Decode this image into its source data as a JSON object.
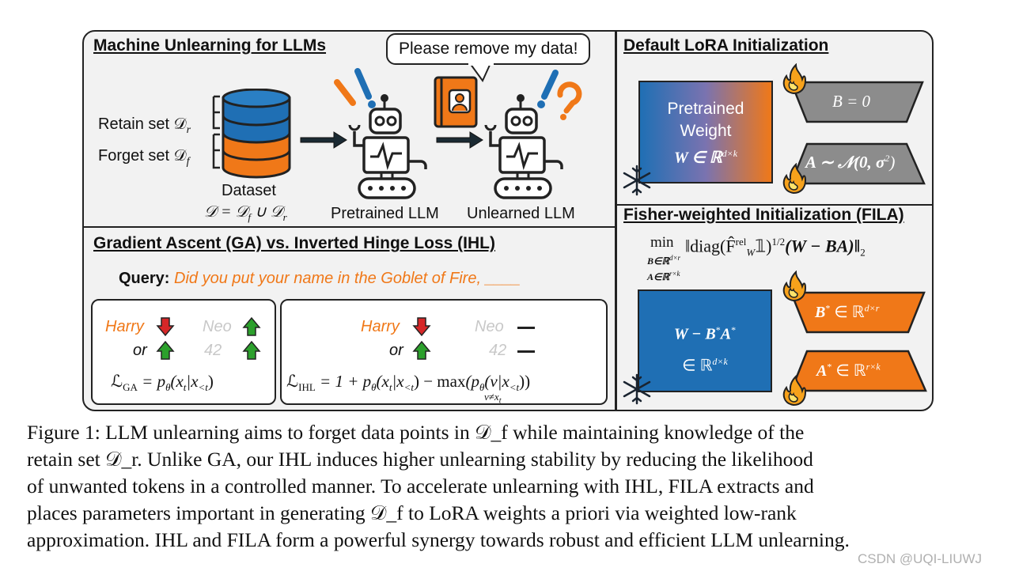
{
  "unlearning": {
    "title": "Machine Unlearning for LLMs",
    "retain_set": "Retain set 𝒟",
    "retain_sub": "r",
    "forget_set": "Forget set 𝒟",
    "forget_sub": "f",
    "dataset": "Dataset",
    "dataset_eq": "𝒟 = 𝒟",
    "dataset_eq_f": "f",
    "dataset_eq_union": " ∪ 𝒟",
    "dataset_eq_r": "r",
    "pretrained_llm": "Pretrained LLM",
    "unlearned_llm": "Unlearned LLM",
    "bubble": "Please remove my data!"
  },
  "ga_ihl": {
    "title": "Gradient Ascent (GA) vs. Inverted Hinge Loss (IHL)",
    "query_label": "Query:",
    "query_text": "Did you put your name in the Goblet of Fire, ____",
    "harry": "Harry",
    "or": "or",
    "neo": "Neo",
    "num": "42",
    "ga_formula": "ℒ",
    "ga_sub": "GA",
    "ga_rhs": "= p",
    "ga_theta": "θ",
    "ga_args": "(x",
    "ga_t": "t",
    "ga_bar": "|x",
    "ga_lt": "<t",
    "ga_close": ")",
    "ihl_formula": "ℒ",
    "ihl_sub": "IHL",
    "ihl_rhs": "= 1 + p",
    "ihl_theta": "θ",
    "ihl_args": "(x",
    "ihl_t": "t",
    "ihl_bar": "|x",
    "ihl_lt": "<t",
    "ihl_minus": ") − max",
    "ihl_under": "v≠x",
    "ihl_under_t": "t",
    "ihl_tail_open": "(p",
    "ihl_tail_theta": "θ",
    "ihl_tail_args": "(v|x",
    "ihl_tail_lt": "<t",
    "ihl_tail_close": "))"
  },
  "lora": {
    "title": "Default LoRA Initialization",
    "weight_line1": "Pretrained",
    "weight_line2": "Weight",
    "weight_line3": "W ∈ ℝ",
    "weight_sup": "d×k",
    "b_eq": "B = 0",
    "a_eq": "A ∼ 𝒩(0, σ",
    "a_sup": "2",
    "a_close": ")"
  },
  "fila": {
    "title": "Fisher-weighted Initialization (FILA)",
    "min": "min",
    "min_sub1": "B∈ℝ",
    "min_sub1_sup": "d×r",
    "min_sub2": "A∈ℝ",
    "min_sub2_sup": "r×k",
    "objective": "‖diag(F̂",
    "obj_sup": "rel",
    "obj_sub": "W",
    "obj_mid": "𝟙)",
    "obj_pow": "1/2",
    "obj_tail": "(W − BA)‖",
    "obj_norm": "2",
    "residual_l1": "W − B",
    "residual_star": "*",
    "residual_a": "A",
    "residual_star2": "*",
    "residual_l2": "∈ ℝ",
    "residual_sup": "d×k",
    "bstar": "B",
    "bstar_sup": "*",
    "bstar_rest": "∈ ℝ",
    "bstar_dim": "d×r",
    "astar": "A",
    "astar_sup": "*",
    "astar_rest": "∈ ℝ",
    "astar_dim": "r×k"
  },
  "caption": {
    "lines": [
      "Figure 1: LLM unlearning aims to forget data points in 𝒟_f while maintaining knowledge of the",
      "retain set 𝒟_r. Unlike GA, our IHL induces higher unlearning stability by reducing the likelihood",
      "of unwanted tokens in a controlled manner. To accelerate unlearning with IHL, FILA extracts and",
      "places parameters important in generating 𝒟_f to LoRA weights a priori via weighted low-rank",
      "approximation. IHL and FILA form a powerful synergy towards robust and efficient LLM unlearning."
    ]
  },
  "watermark": "CSDN @UQI-LIUWJ",
  "colors": {
    "blue": "#1f6fb4",
    "orange": "#f07818",
    "gray_box": "#8c8c8c",
    "red_arrow": "#d62728",
    "green_arrow": "#2ca02c"
  }
}
